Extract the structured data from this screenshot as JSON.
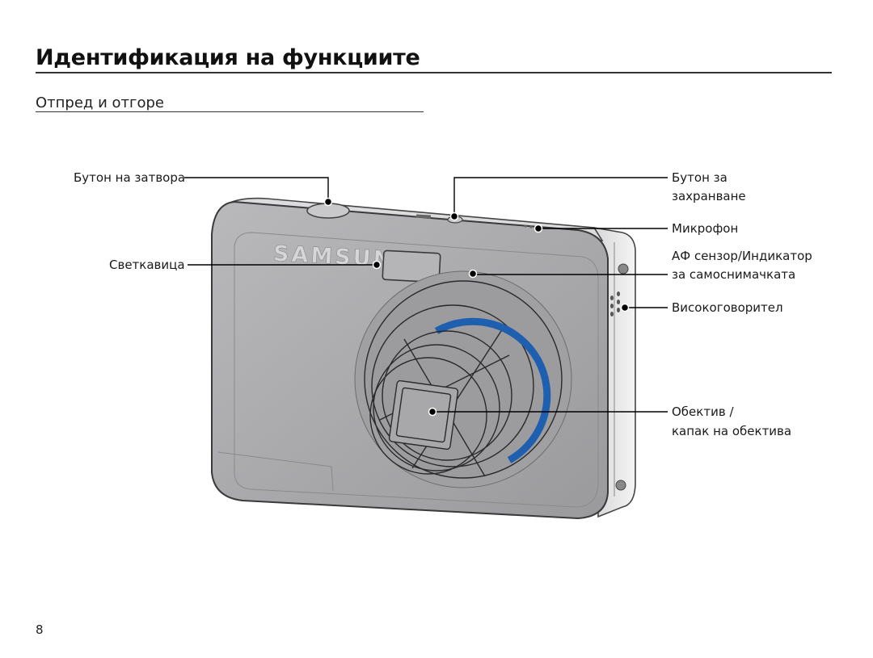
{
  "page": {
    "title": "Идентификация на функциите",
    "section": "Отпред и отгоре",
    "number": "8"
  },
  "camera": {
    "brand": "SAMSUNG"
  },
  "labels": {
    "shutter": "Бутон на затвора",
    "flash": "Светкавица",
    "save_line1": "Бутон за",
    "save_line2": "захранване",
    "microphone": "Микрофон",
    "af_line1": "АФ сензор/Индикатор",
    "af_line2": "за самоснимачката",
    "speaker": "Високоговорител",
    "lens_line1": "Обектив /",
    "lens_line2": "капак на обектива"
  },
  "colors": {
    "body": "#a3a3a6",
    "lens_accent": "#1f5fb0"
  }
}
